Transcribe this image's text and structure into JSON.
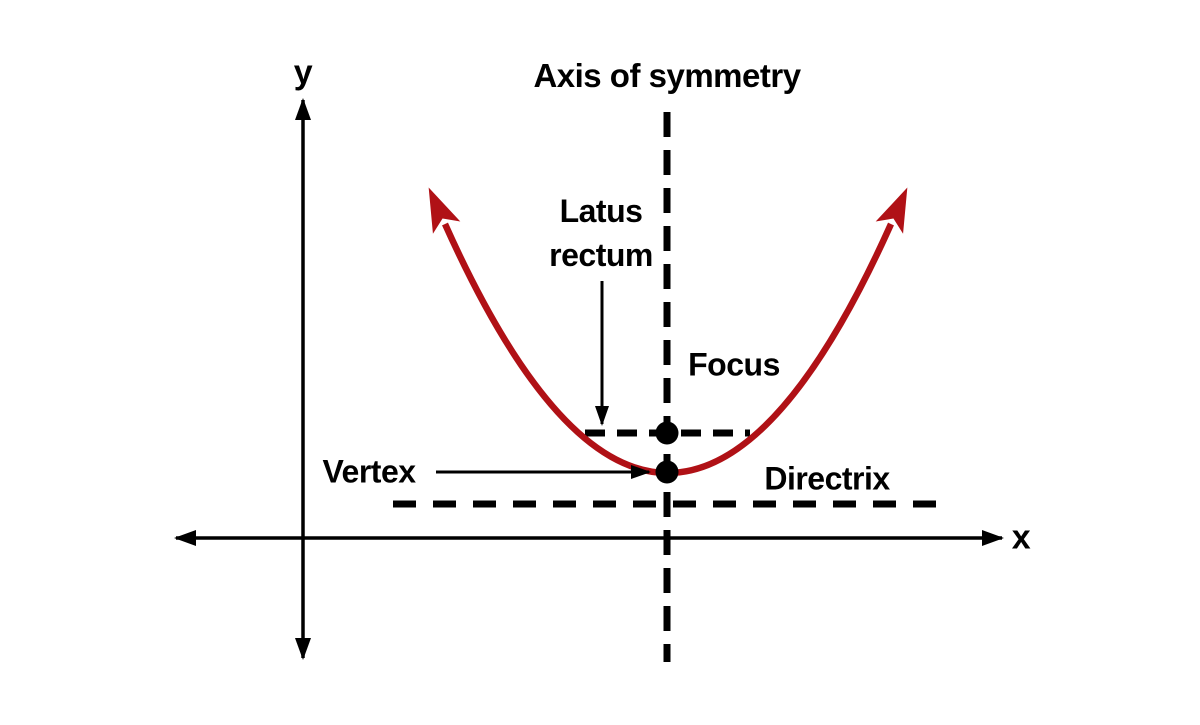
{
  "labels": {
    "y_axis": "y",
    "x_axis": "x",
    "axis_of_symmetry": "Axis of symmetry",
    "latus_rectum": "Latus rectum",
    "focus": "Focus",
    "vertex": "Vertex",
    "directrix": "Directrix"
  },
  "colors": {
    "ink": "#000000",
    "curve": "#b01116",
    "background": "#ffffff"
  }
}
